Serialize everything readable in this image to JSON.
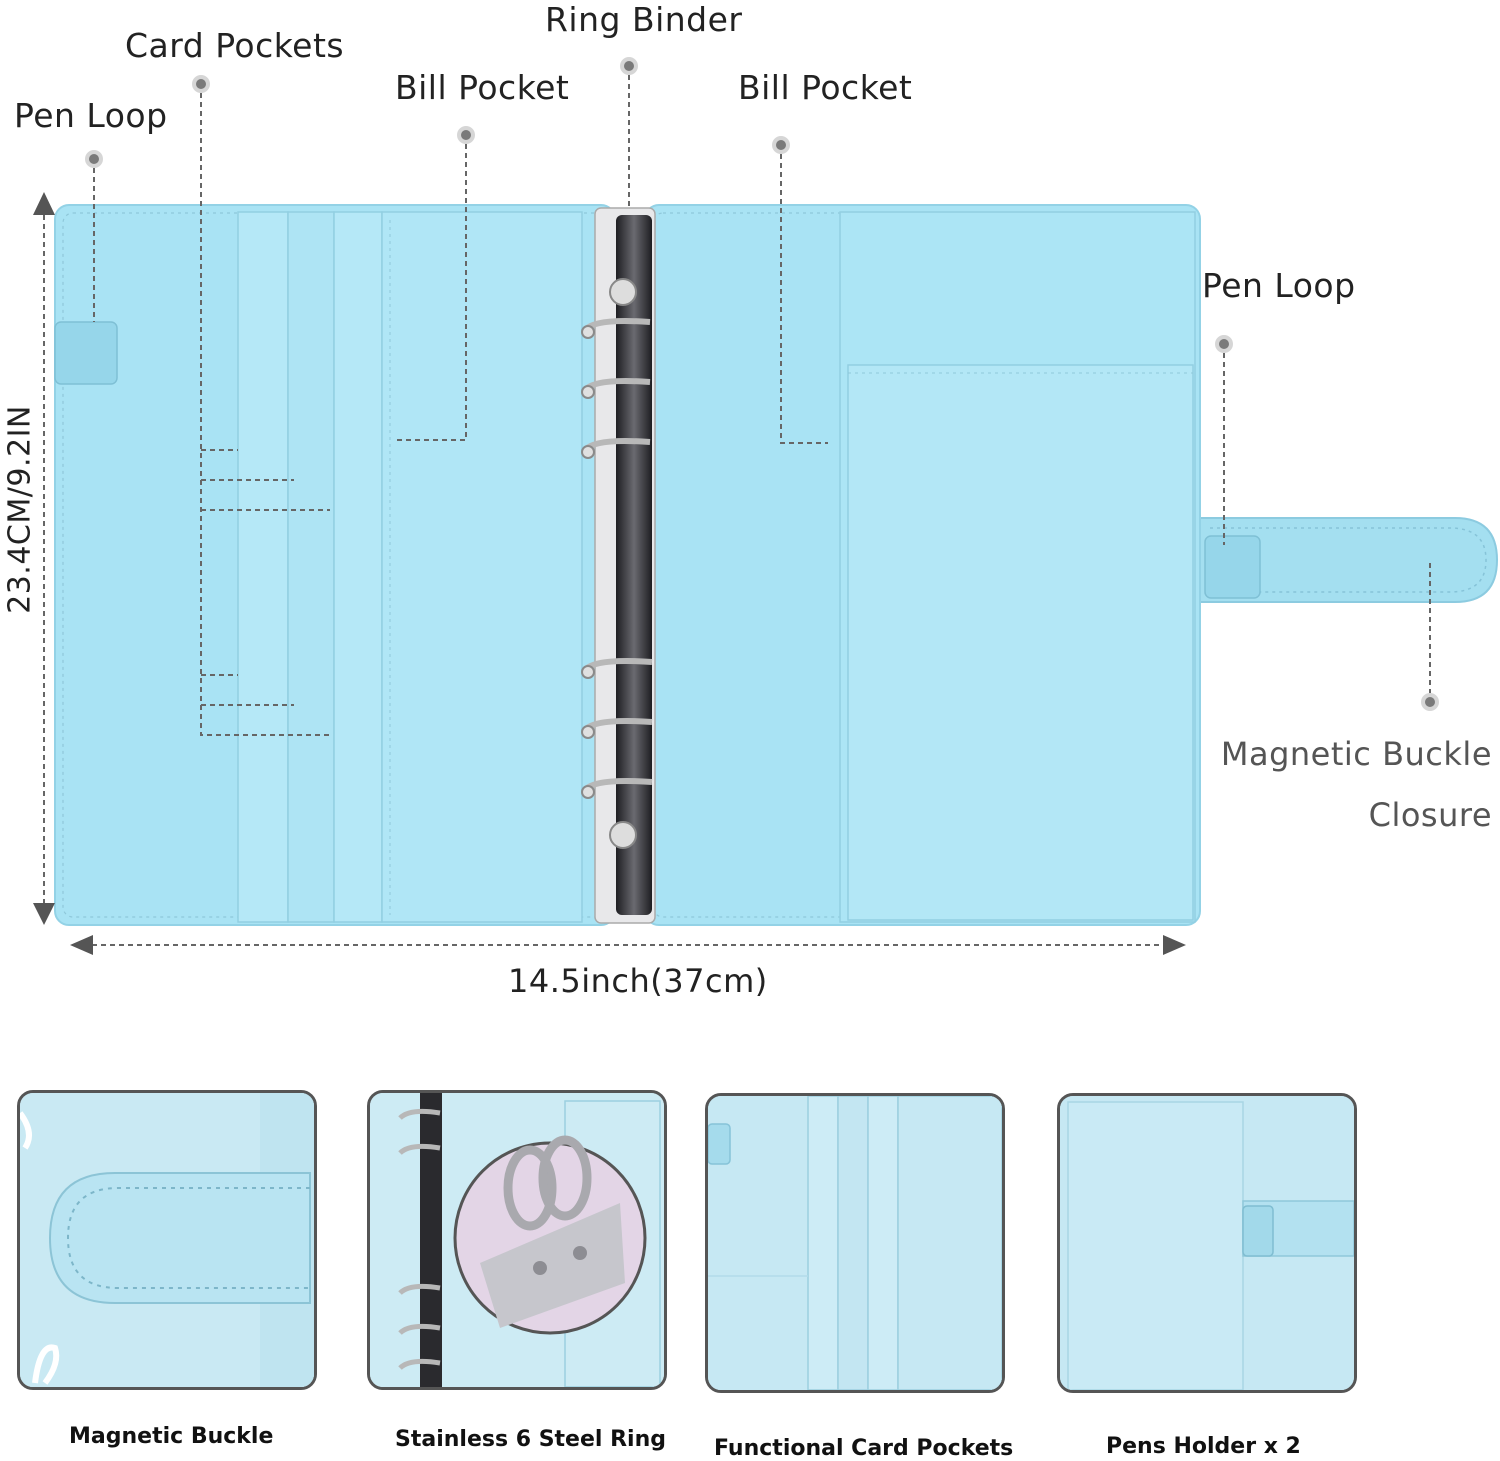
{
  "callouts": {
    "pen_loop_left": "Pen Loop",
    "card_pockets": "Card Pockets",
    "bill_pocket_left": "Bill Pocket",
    "ring_binder": "Ring Binder",
    "bill_pocket_right": "Bill Pocket",
    "pen_loop_right": "Pen Loop",
    "magnetic_buckle_line1": "Magnetic Buckle",
    "magnetic_buckle_line2": "Closure"
  },
  "dimensions": {
    "height": "23.4CM/9.2IN",
    "width": "14.5inch(37cm)"
  },
  "thumbnails": [
    {
      "caption": "Magnetic Buckle"
    },
    {
      "caption": "Stainless 6 Steel Ring"
    },
    {
      "caption": "Functional Card Pockets"
    },
    {
      "caption": "Pens Holder x 2"
    }
  ],
  "colors": {
    "cover_blue": "#a9e3f4",
    "stitch": "#8fc8da",
    "ring_silver": "#b8b8b8",
    "spine_dark": "#2b2b2e"
  }
}
